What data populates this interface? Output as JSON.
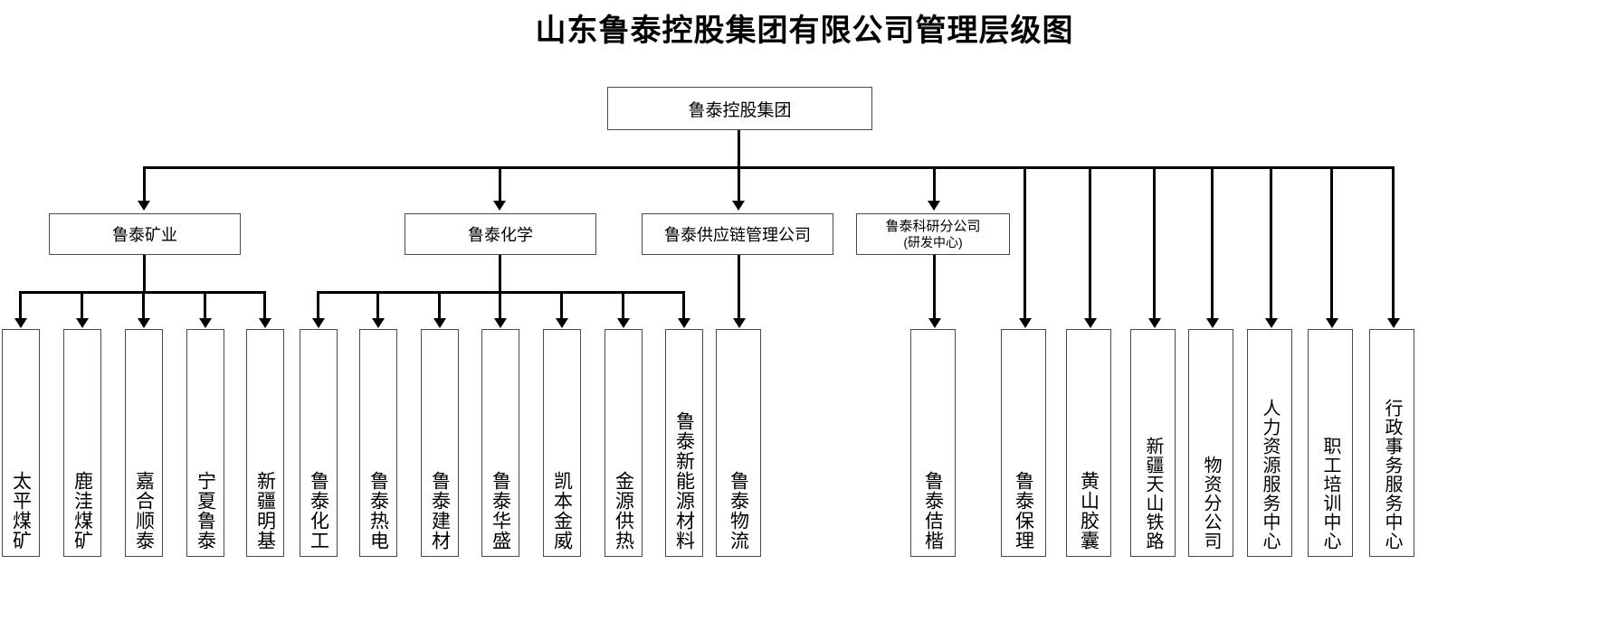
{
  "title": "山东鲁泰控股集团有限公司管理层级图",
  "root": {
    "label": "鲁泰控股集团"
  },
  "divisions": [
    {
      "id": "mining",
      "label": "鲁泰矿业"
    },
    {
      "id": "chemical",
      "label": "鲁泰化学"
    },
    {
      "id": "supply",
      "label": "鲁泰供应链管理公司"
    },
    {
      "id": "research",
      "label": "鲁泰科研分公司",
      "sub": "(研发中心)"
    }
  ],
  "mining_children": [
    {
      "label": "太平煤矿"
    },
    {
      "label": "鹿洼煤矿"
    },
    {
      "label": "嘉合顺泰"
    },
    {
      "label": "宁夏鲁泰"
    },
    {
      "label": "新疆明基"
    }
  ],
  "chemical_children": [
    {
      "label": "鲁泰化工"
    },
    {
      "label": "鲁泰热电"
    },
    {
      "label": "鲁泰建材"
    },
    {
      "label": "鲁泰华盛"
    },
    {
      "label": "凯本金威"
    },
    {
      "label": "金源供热"
    },
    {
      "label": "鲁泰新能源材料"
    }
  ],
  "supply_children": [
    {
      "label": "鲁泰物流"
    }
  ],
  "research_children": [
    {
      "label": "鲁泰佶楷"
    }
  ],
  "group_direct_children": [
    {
      "label": "鲁泰保理"
    },
    {
      "label": "黄山胶囊"
    },
    {
      "label": "新疆天山铁路"
    },
    {
      "label": "物资分公司"
    },
    {
      "label": "人力资源服务中心"
    },
    {
      "label": "职工培训中心"
    },
    {
      "label": "行政事务服务中心"
    }
  ],
  "colors": {
    "box_border": "#4a4a4a",
    "connector": "#000000",
    "background": "#ffffff",
    "text": "#000000"
  }
}
